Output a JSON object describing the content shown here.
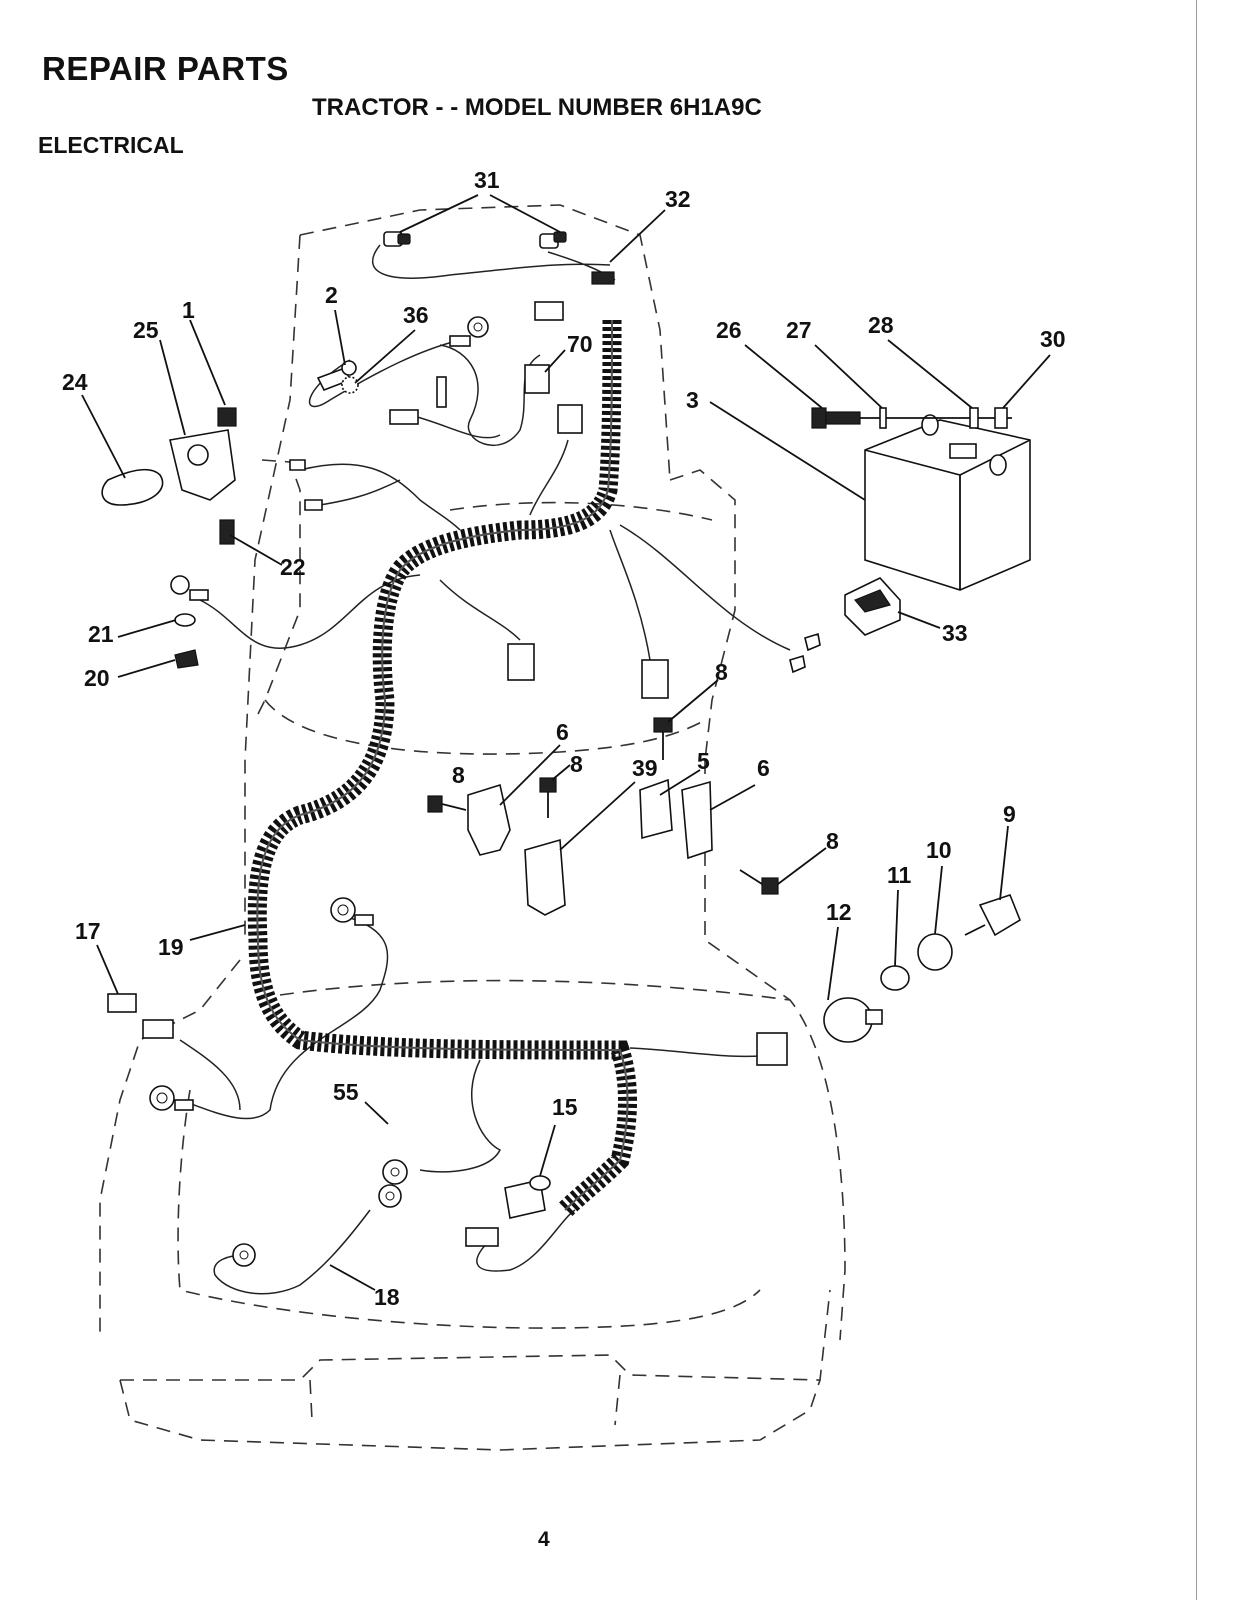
{
  "header": {
    "title": "REPAIR PARTS",
    "subtitle": "TRACTOR - - MODEL NUMBER 6H1A9C",
    "section": "ELECTRICAL"
  },
  "diagram": {
    "callouts": [
      "31",
      "32",
      "2",
      "36",
      "70",
      "1",
      "25",
      "24",
      "26",
      "27",
      "28",
      "30",
      "3",
      "22",
      "21",
      "20",
      "33",
      "8",
      "6",
      "8",
      "8",
      "39",
      "5",
      "6",
      "9",
      "8",
      "10",
      "11",
      "12",
      "17",
      "19",
      "55",
      "15",
      "18"
    ]
  },
  "footer": {
    "page_number": "4"
  }
}
